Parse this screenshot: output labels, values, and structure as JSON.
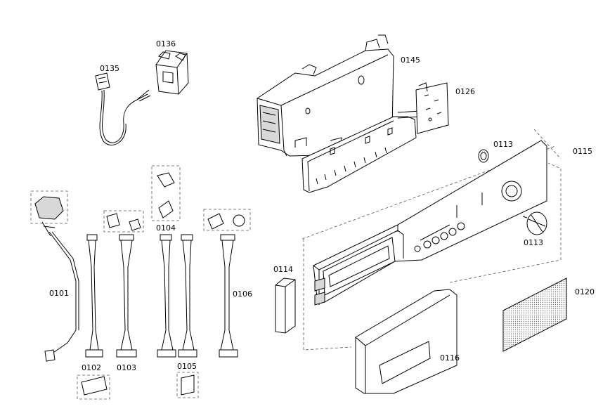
{
  "parts": [
    {
      "id": "p0135",
      "label": "0135"
    },
    {
      "id": "p0136",
      "label": "0136"
    },
    {
      "id": "p0145",
      "label": "0145"
    },
    {
      "id": "p0126",
      "label": "0126"
    },
    {
      "id": "p0113a",
      "label": "0113"
    },
    {
      "id": "p0115",
      "label": "0115"
    },
    {
      "id": "p0104",
      "label": "0104"
    },
    {
      "id": "p0113b",
      "label": "0113"
    },
    {
      "id": "p0114",
      "label": "0114"
    },
    {
      "id": "p0101",
      "label": "0101"
    },
    {
      "id": "p0106",
      "label": "0106"
    },
    {
      "id": "p0120",
      "label": "0120"
    },
    {
      "id": "p0116",
      "label": "0116"
    },
    {
      "id": "p0102",
      "label": "0102"
    },
    {
      "id": "p0103",
      "label": "0103"
    },
    {
      "id": "p0105",
      "label": "0105"
    }
  ]
}
